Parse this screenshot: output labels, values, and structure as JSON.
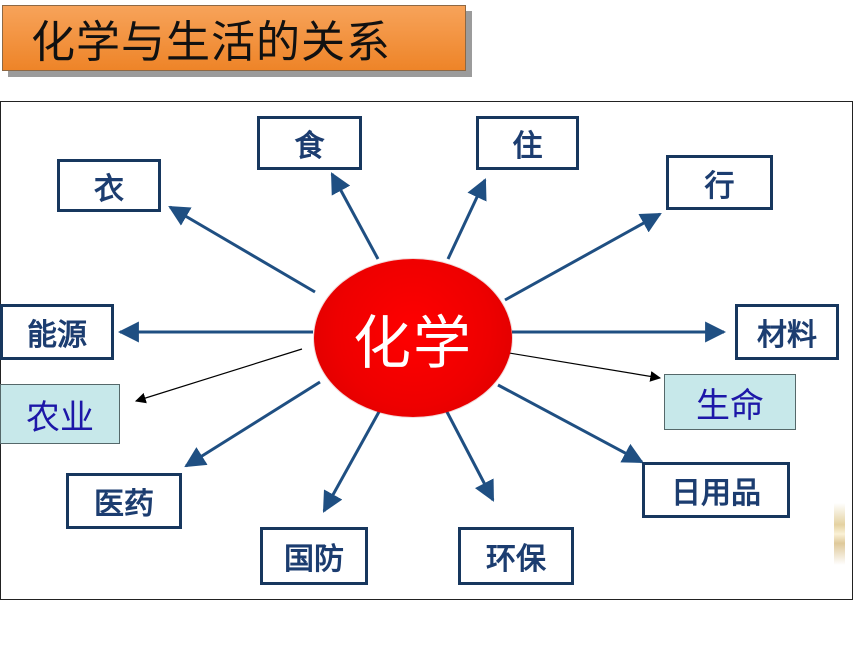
{
  "title": "化学与生活的关系",
  "center": "化学",
  "nodes": {
    "yi": "衣",
    "shi": "食",
    "zhu": "住",
    "xing": "行",
    "nengyuan": "能源",
    "cailiao": "材料",
    "nongye": "农业",
    "shengming": "生命",
    "yiyao": "医药",
    "riyongpin": "日用品",
    "guofang": "国防",
    "huanbao": "环保"
  },
  "colors": {
    "title_bg": "#f08f3d",
    "center_fill": "#ee0000",
    "node_border": "#17375e",
    "node_text": "#1c3d70",
    "light_node_bg": "#c7e8ea",
    "light_node_text": "#1d17a8",
    "arrow": "#1f4f82"
  },
  "icons": {
    "arrowhead": "arrow-head-icon"
  }
}
